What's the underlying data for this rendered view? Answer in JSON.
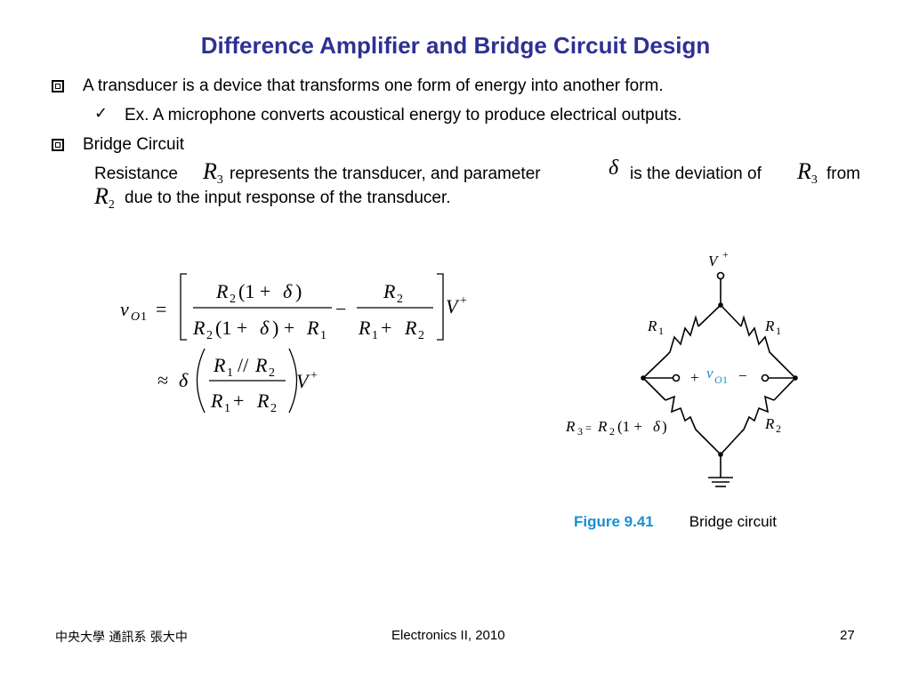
{
  "slide": {
    "title": "Difference Amplifier and Bridge Circuit Design",
    "bullet1": "A transducer is a device that transforms one form of energy into another form.",
    "sub_bullet1": "Ex. A microphone converts acoustical energy to produce electrical outputs.",
    "bullet2": "Bridge Circuit",
    "para": {
      "t1": "Resistance",
      "t2": "represents the transducer, and parameter",
      "t3": "is the deviation of",
      "t4": "from",
      "t5": "due to the input response of the transducer."
    }
  },
  "figure": {
    "label": "Figure 9.41",
    "caption": "Bridge circuit"
  },
  "footer": {
    "left": "中央大學 通訊系 張大中",
    "center": "Electronics II, 2010",
    "page": "27"
  }
}
